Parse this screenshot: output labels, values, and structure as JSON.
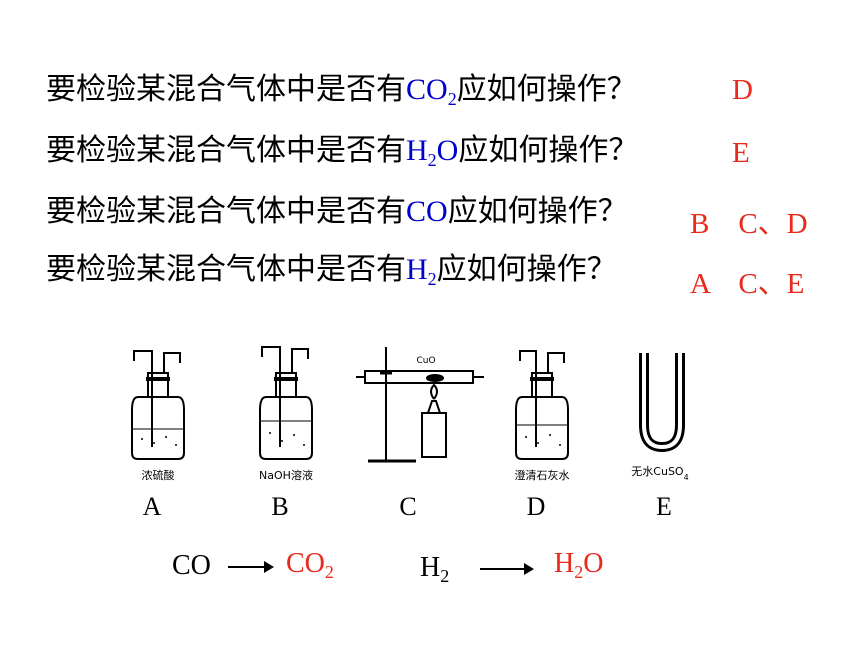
{
  "questions": [
    {
      "prefix": "要检验某混合气体中是否有",
      "chem_main": "CO",
      "chem_sub": "2",
      "chem_tail": "",
      "suffix": "应如何操作？",
      "answer": "D"
    },
    {
      "prefix": "要检验某混合气体中是否有",
      "chem_main": "H",
      "chem_sub": "2",
      "chem_tail": "O",
      "suffix": "应如何操作？",
      "answer": "E"
    },
    {
      "prefix": "要检验某混合气体中是否有",
      "chem_main": "CO",
      "chem_sub": "",
      "chem_tail": "",
      "suffix": "应如何操作？",
      "answer": "B　C、D"
    },
    {
      "prefix": "要检验某混合气体中是否有",
      "chem_main": "H",
      "chem_sub": "2",
      "chem_tail": "",
      "suffix": "应如何操作？",
      "answer": "A　C、E"
    }
  ],
  "apparatus": [
    {
      "letter": "A",
      "caption": "浓硫酸"
    },
    {
      "letter": "B",
      "caption": "NaOH溶液"
    },
    {
      "letter": "C",
      "caption": "CuO"
    },
    {
      "letter": "D",
      "caption": "澄清石灰水"
    },
    {
      "letter": "E",
      "caption_main": "无水CuSO",
      "caption_sub": "4"
    }
  ],
  "reactions": [
    {
      "from_main": "CO",
      "from_sub": "",
      "to_main": "CO",
      "to_sub": "2",
      "to_tail": ""
    },
    {
      "from_main": "H",
      "from_sub": "2",
      "to_main": "H",
      "to_sub": "2",
      "to_tail": "O"
    }
  ],
  "colors": {
    "chem_blue": "#0000cc",
    "answer_red": "#e8291c"
  }
}
